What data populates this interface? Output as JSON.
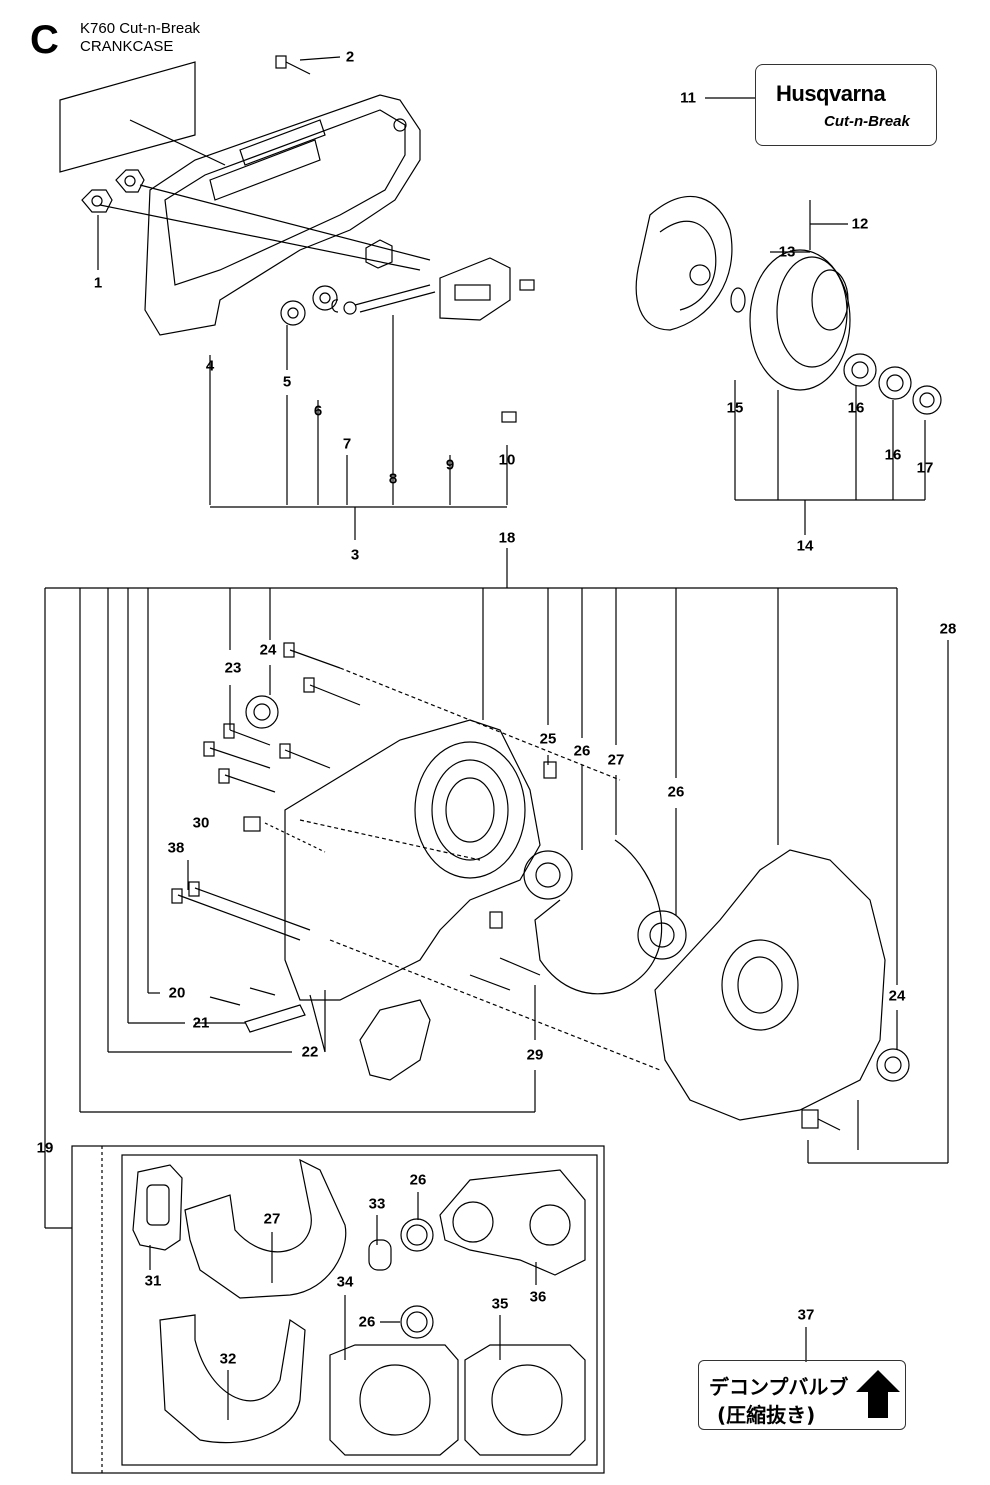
{
  "header": {
    "section_letter": "C",
    "model": "K760 Cut-n-Break",
    "section_name": "CRANKCASE"
  },
  "logo": {
    "brand": "Husqvarna",
    "product": "Cut-n-Break"
  },
  "decompression_label": {
    "line1": "デコンプバルブ",
    "line2": "(圧縮抜き)"
  },
  "callouts": [
    "1",
    "2",
    "3",
    "4",
    "5",
    "6",
    "7",
    "8",
    "9",
    "10",
    "11",
    "12",
    "13",
    "14",
    "15",
    "16",
    "16",
    "17",
    "18",
    "19",
    "20",
    "21",
    "22",
    "23",
    "24",
    "24",
    "25",
    "26",
    "26",
    "26",
    "26",
    "27",
    "27",
    "28",
    "29",
    "30",
    "31",
    "32",
    "33",
    "34",
    "35",
    "36",
    "37",
    "38"
  ]
}
